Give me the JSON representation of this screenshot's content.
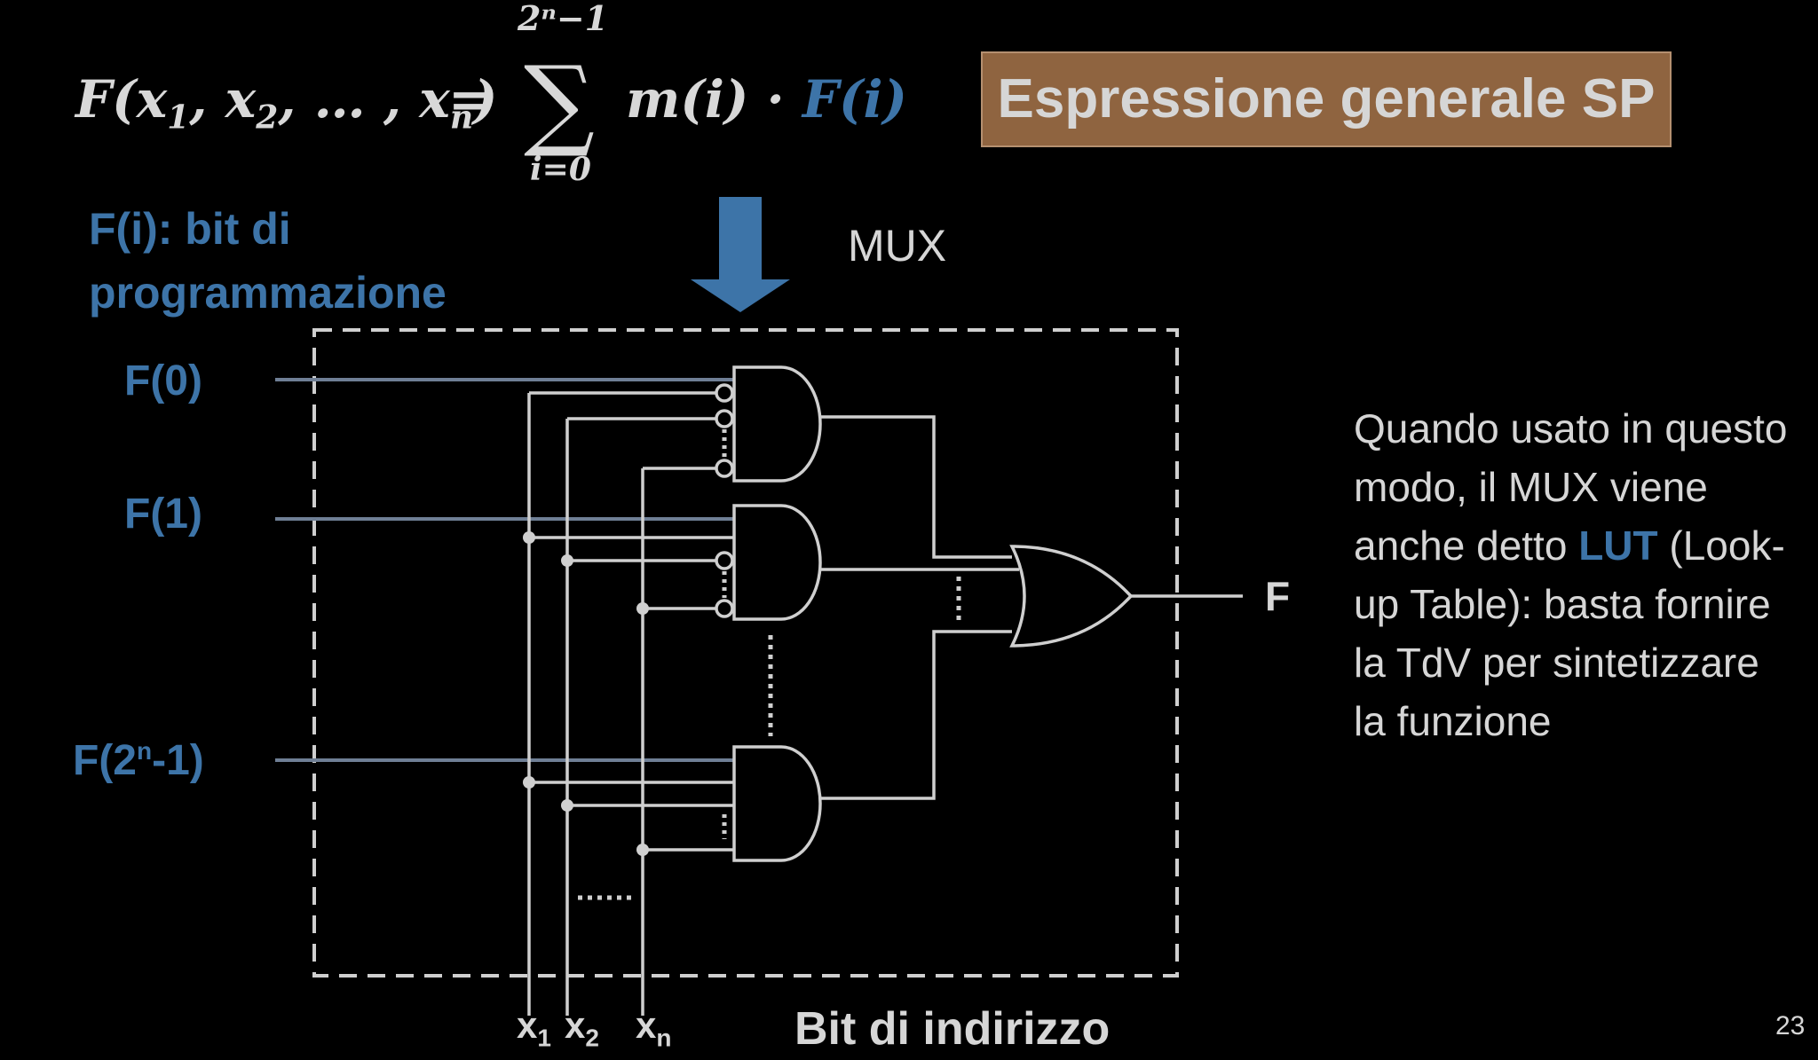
{
  "formula": {
    "lhs": "F(x",
    "lhs_sub1": "1",
    "lhs_mid1": ", x",
    "lhs_sub2": "2",
    "lhs_mid2": ", … , x",
    "lhs_subn": "n",
    "lhs_end": ")",
    "equals": "=",
    "sigma": "∑",
    "upper_limit": "2ⁿ−1",
    "lower_limit": "i=0",
    "term_a": "m(i) · ",
    "term_b": "F(i)"
  },
  "title_box": "Espressione generale SP",
  "fi_label": "F(i): bit di programmazione",
  "mux_label": "MUX",
  "inputs": {
    "f0": "F(0)",
    "f1": "F(1)",
    "fn_base": "F(2",
    "fn_sup": "n",
    "fn_end": "-1)"
  },
  "output_label": "F",
  "side_text": {
    "part1": "Quando usato in questo modo, il MUX viene anche detto ",
    "lut": "LUT",
    "part2": " (Look-up Table): basta fornire la TdV per sintetizzare la funzione"
  },
  "address": {
    "x1": "x",
    "x1_sub": "1",
    "x2": "x",
    "x2_sub": "2",
    "xn": "x",
    "xn_sub": "n",
    "label": "Bit di indirizzo"
  },
  "page_number": "23",
  "colors": {
    "accent_blue": "#3d74a8",
    "title_box": "#8f6440",
    "line_gray": "#d0d0d0",
    "input_line": "#6f7f95"
  }
}
